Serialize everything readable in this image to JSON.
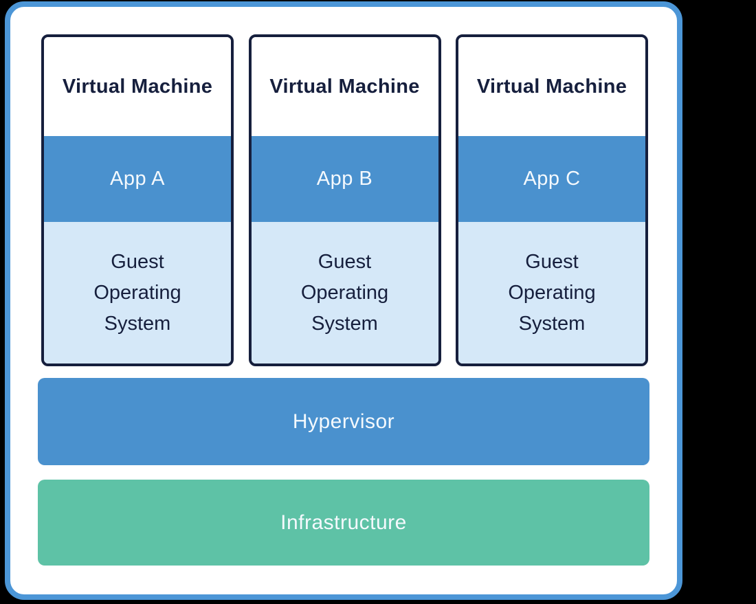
{
  "diagram": {
    "vms": [
      {
        "title": "Virtual Machine",
        "app": "App A",
        "guest_os": "Guest Operating System"
      },
      {
        "title": "Virtual Machine",
        "app": "App B",
        "guest_os": "Guest Operating System"
      },
      {
        "title": "Virtual Machine",
        "app": "App C",
        "guest_os": "Guest Operating System"
      }
    ],
    "hypervisor": {
      "label": "Hypervisor"
    },
    "infrastructure": {
      "label": "Infrastructure"
    }
  },
  "colors": {
    "frame_blue": "#4c96d7",
    "band_blue": "#4a91ce",
    "light_blue": "#d5e8f8",
    "navy": "#161f3d",
    "teal": "#5ec2a6",
    "text_light": "#f4f9fd"
  }
}
